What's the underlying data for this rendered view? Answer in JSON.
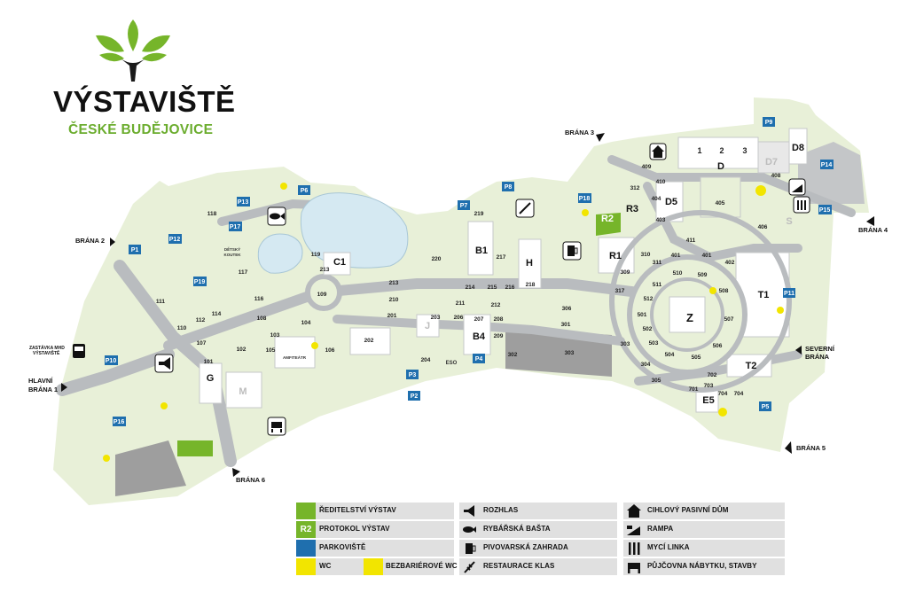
{
  "logo": {
    "title": "VÝSTAVIŠTĚ",
    "subtitle": "ČESKÉ BUDĚJOVICE"
  },
  "colors": {
    "ground": "#e8f0d8",
    "building": "#ffffff",
    "road": "#b9bcbf",
    "dark_area": "#9e9e9e",
    "lake": "#d5e9f2",
    "green_accent": "#76b52a",
    "parking": "#1f6fae",
    "wc": "#f2e500",
    "legend_bg": "#e0e0e0"
  },
  "gates": {
    "brana2": "BRÁNA 2",
    "brana3": "BRÁNA 3",
    "brana4": "BRÁNA 4",
    "brana5": "BRÁNA 5",
    "brana6": "BRÁNA 6",
    "severni_1": "SEVERNÍ",
    "severni_2": "BRÁNA",
    "hlavni_1": "HLAVNÍ",
    "hlavni_2": "BRÁNA 1",
    "mhd_1": "ZASTÁVKA MHD",
    "mhd_2": "VÝSTAVIŠTĚ"
  },
  "labels": {
    "detsky_1": "DĚTSKÝ",
    "detsky_2": "KOUTEK",
    "amfiteatr": "AMFITEÁTR",
    "eso": "ESO"
  },
  "halls": {
    "C1": "C1",
    "B1": "B1",
    "H": "H",
    "R1": "R1",
    "R2": "R2",
    "R3": "R3",
    "B4": "B4",
    "J": "J",
    "G": "G",
    "M": "M",
    "Z": "Z",
    "D": "D",
    "D5": "D5",
    "D7": "D7",
    "D8": "D8",
    "S": "S",
    "T1": "T1",
    "T2": "T2",
    "E5": "E5"
  },
  "numbers": {
    "n118": "118",
    "n117": "117",
    "n119": "119",
    "n213a": "213",
    "n213b": "213",
    "n220": "220",
    "n219": "219",
    "n217": "217",
    "n218": "218",
    "n214": "214",
    "n215": "215",
    "n216": "216",
    "n111": "111",
    "n116": "116",
    "n109": "109",
    "n210": "210",
    "n211": "211",
    "n212": "212",
    "n110": "110",
    "n112": "112",
    "n114": "114",
    "n108": "108",
    "n104": "104",
    "n201": "201",
    "n203": "203",
    "n206": "206",
    "n207": "207",
    "n208": "208",
    "n209": "209",
    "n107": "107",
    "n103": "103",
    "n202": "202",
    "n102": "102",
    "n105": "105",
    "n106": "106",
    "n101": "101",
    "n204": "204",
    "n302": "302",
    "n303": "303",
    "n303b": "303",
    "n306": "306",
    "n301": "301",
    "n317": "317",
    "n309": "309",
    "n310": "310",
    "n311": "311",
    "n312": "312",
    "n409": "409",
    "n410": "410",
    "n404": "404",
    "n403": "403",
    "n405": "405",
    "n406": "406",
    "n408": "408",
    "n411": "411",
    "n401a": "401",
    "n401b": "401",
    "n402": "402",
    "n510": "510",
    "n509": "509",
    "n511": "511",
    "n508": "508",
    "n512": "512",
    "n507": "507",
    "n501": "501",
    "n502": "502",
    "n503": "503",
    "n504": "504",
    "n505": "505",
    "n506": "506",
    "n304": "304",
    "n305": "305",
    "n701": "701",
    "n702": "702",
    "n703": "703",
    "n704a": "704",
    "n704b": "704",
    "d1": "1",
    "d2": "2",
    "d3": "3"
  },
  "parking": {
    "p1": "P1",
    "p2": "P2",
    "p3": "P3",
    "p4": "P4",
    "p5": "P5",
    "p6": "P6",
    "p7": "P7",
    "p8": "P8",
    "p9": "P9",
    "p10": "P10",
    "p11": "P11",
    "p12": "P12",
    "p13": "P13",
    "p14": "P14",
    "p15": "P15",
    "p16": "P16",
    "p17": "P17",
    "p18": "P18",
    "p19": "P19"
  },
  "legend": {
    "reditelstvi": "ŘEDITELSTVÍ VÝSTAV",
    "r2_badge": "R2",
    "protokol": "PROTOKOL VÝSTAV",
    "parkoviste": "PARKOVIŠTĚ",
    "wc": "WC",
    "bezbarierove": "BEZBARIÉROVÉ WC",
    "rozhlas": "ROZHLAS",
    "rybarska": "RYBÁŘSKÁ BAŠTA",
    "pivovarska": "PIVOVARSKÁ ZAHRADA",
    "restaurace": "RESTAURACE KLAS",
    "cihlovy": "CIHLOVÝ PASIVNÍ DŮM",
    "rampa": "RAMPA",
    "myci": "MYCÍ LINKA",
    "pujcovna": "PŮJČOVNA NÁBYTKU, STAVBY"
  }
}
